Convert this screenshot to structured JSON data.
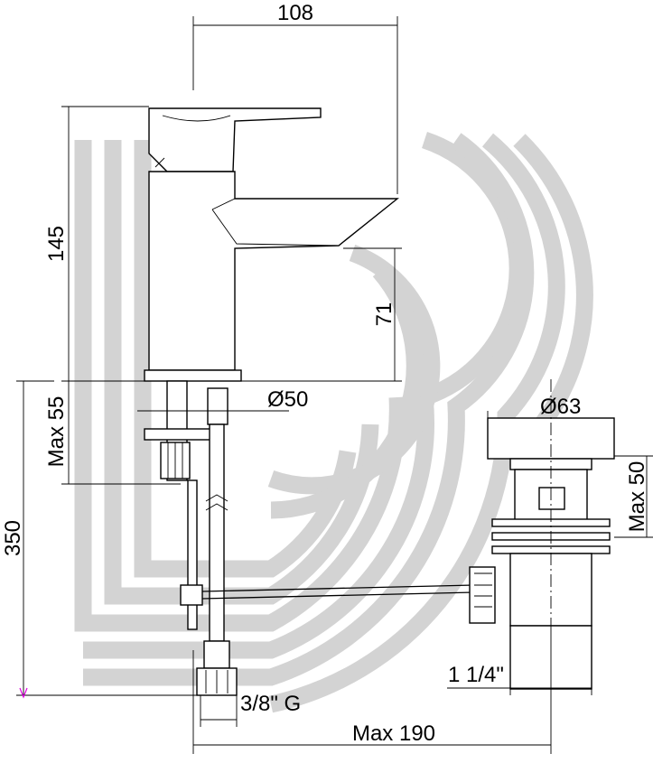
{
  "dimensions": {
    "width_top": "108",
    "height_total": "145",
    "spout_height": "71",
    "max_deck": "Max 55",
    "base_diameter": "Ø50",
    "drain_diameter": "Ø63",
    "drain_height": "Max 50",
    "hose_length": "350",
    "waste_size": "1 1/4\"",
    "thread": "3/8\" G",
    "max_depth": "Max 190"
  },
  "colors": {
    "line": "#000000",
    "watermark": "#d3d3d3",
    "accent": "#e000e0"
  }
}
